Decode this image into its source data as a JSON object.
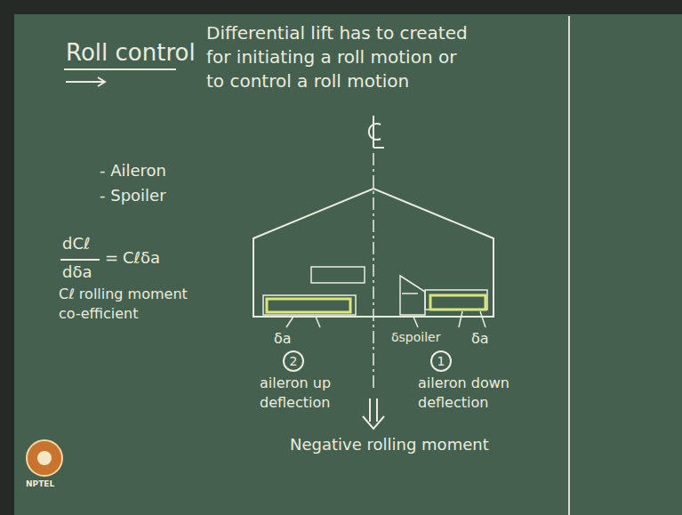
{
  "diagram": {
    "title": "Roll control",
    "labels": [
      "Differential lift has to created for initiating a roll motion or to control a roll motion",
      "- Aileron",
      "- Spoiler",
      "dCℓ",
      "dδa",
      "=",
      "Cℓδa",
      "Cℓ rolling moment co-efficient",
      "δa",
      "δspoiler",
      "δa",
      "2",
      "aileron up deflection",
      "1",
      "aileron down deflection",
      "Negative rolling moment",
      "NPTEL"
    ]
  }
}
